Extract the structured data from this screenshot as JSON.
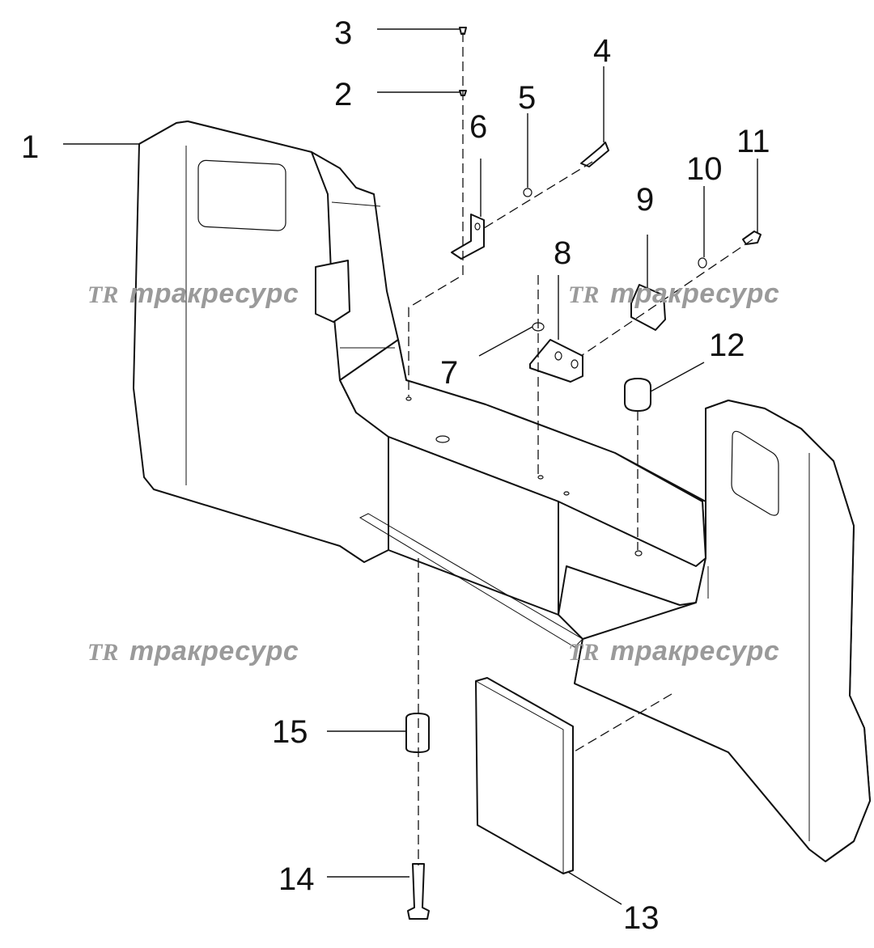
{
  "watermarks": [
    {
      "logo": "TR",
      "text": "тракресурс"
    },
    {
      "logo": "TR",
      "text": "тракресурс"
    },
    {
      "logo": "TR",
      "text": "тракресурс"
    },
    {
      "logo": "TR",
      "text": "тракресурс"
    }
  ],
  "callouts": [
    "1",
    "2",
    "3",
    "4",
    "5",
    "6",
    "7",
    "8",
    "9",
    "10",
    "11",
    "12",
    "13",
    "14",
    "15"
  ]
}
